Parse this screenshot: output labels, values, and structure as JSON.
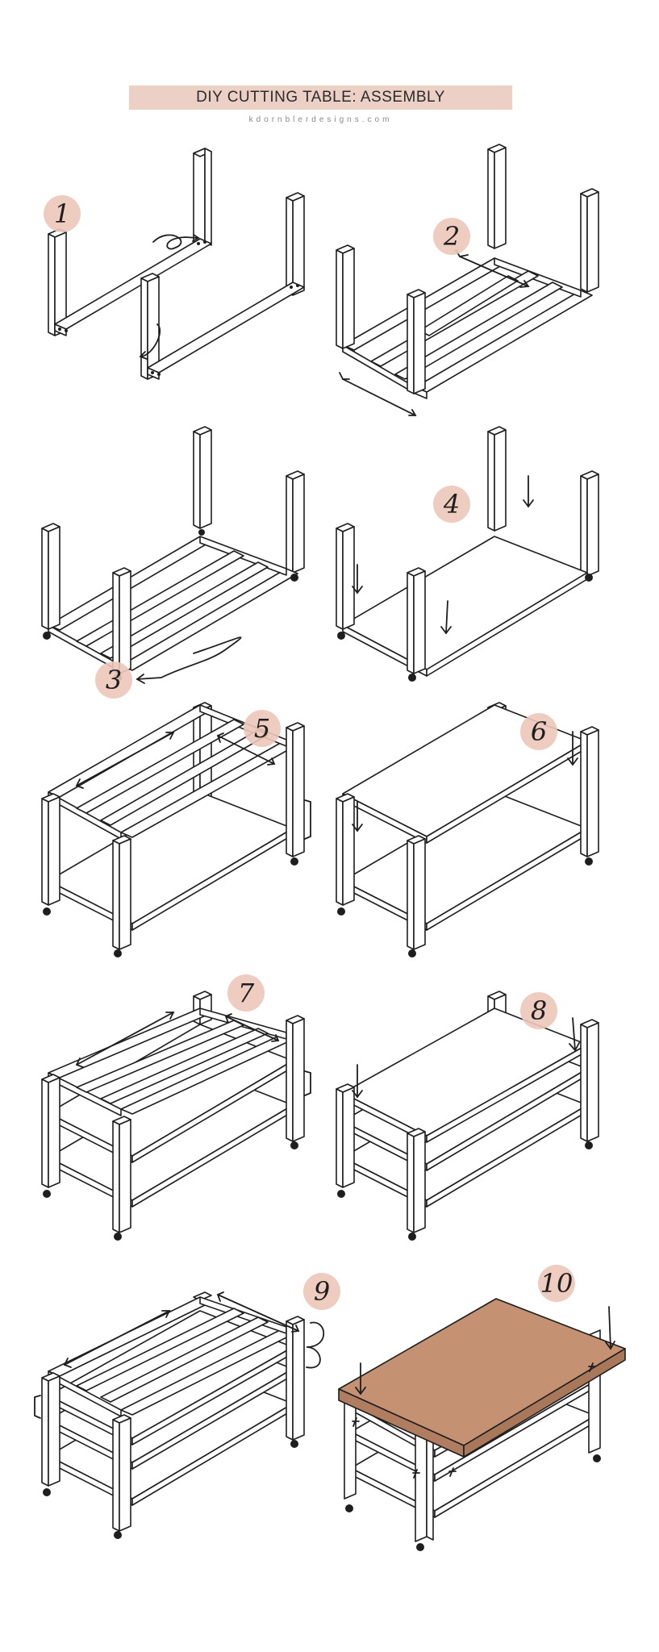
{
  "header": {
    "title": "DIY CUTTING TABLE: ASSEMBLY",
    "subtitle": "kdornblerdesigns.com"
  },
  "steps": [
    {
      "number": "1"
    },
    {
      "number": "2"
    },
    {
      "number": "3"
    },
    {
      "number": "4"
    },
    {
      "number": "5"
    },
    {
      "number": "6"
    },
    {
      "number": "7"
    },
    {
      "number": "8"
    },
    {
      "number": "9"
    },
    {
      "number": "10"
    }
  ],
  "colors": {
    "badge": "#ecc6b8",
    "title_bar": "#ecd0c6",
    "tabletop": "#c49172",
    "line": "#1e1e1e"
  }
}
